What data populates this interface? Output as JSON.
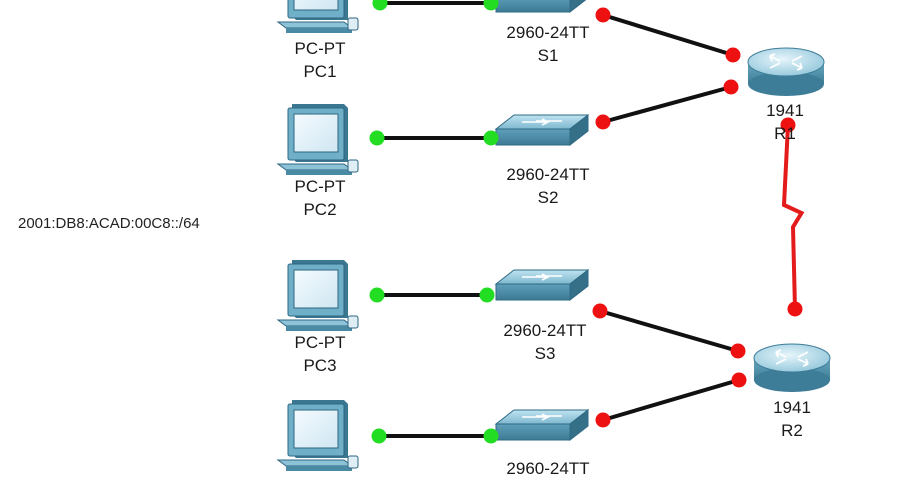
{
  "topology": {
    "colors": {
      "copper_link": "#111111",
      "serial_link": "#e41b1b",
      "port_up": "#22dd22",
      "port_down": "#ee1111",
      "device_body": "#5fa3bd"
    },
    "devices": [
      {
        "id": "PC1",
        "model": "PC-PT",
        "name": "PC1",
        "icon": "pc-icon"
      },
      {
        "id": "PC2",
        "model": "PC-PT",
        "name": "PC2",
        "icon": "pc-icon"
      },
      {
        "id": "PC3",
        "model": "PC-PT",
        "name": "PC3",
        "icon": "pc-icon"
      },
      {
        "id": "PC4",
        "model": "",
        "name": "",
        "icon": "pc-icon"
      },
      {
        "id": "S1",
        "model": "2960-24TT",
        "name": "S1",
        "icon": "switch-icon"
      },
      {
        "id": "S2",
        "model": "2960-24TT",
        "name": "S2",
        "icon": "switch-icon"
      },
      {
        "id": "S3",
        "model": "2960-24TT",
        "name": "S3",
        "icon": "switch-icon"
      },
      {
        "id": "S4",
        "model": "2960-24TT",
        "name": "",
        "icon": "switch-icon"
      },
      {
        "id": "R1",
        "model": "1941",
        "name": "R1",
        "icon": "router-icon"
      },
      {
        "id": "R2",
        "model": "1941",
        "name": "R2",
        "icon": "router-icon"
      }
    ],
    "links": [
      {
        "from": "PC1",
        "to": "S1",
        "type": "copper",
        "from_port_status": "up",
        "to_port_status": "up"
      },
      {
        "from": "PC2",
        "to": "S2",
        "type": "copper",
        "from_port_status": "up",
        "to_port_status": "up"
      },
      {
        "from": "PC3",
        "to": "S3",
        "type": "copper",
        "from_port_status": "up",
        "to_port_status": "up"
      },
      {
        "from": "PC4",
        "to": "S4",
        "type": "copper",
        "from_port_status": "up",
        "to_port_status": "up"
      },
      {
        "from": "S1",
        "to": "R1",
        "type": "copper",
        "from_port_status": "down",
        "to_port_status": "down"
      },
      {
        "from": "S2",
        "to": "R1",
        "type": "copper",
        "from_port_status": "down",
        "to_port_status": "down"
      },
      {
        "from": "S3",
        "to": "R2",
        "type": "copper",
        "from_port_status": "down",
        "to_port_status": "down"
      },
      {
        "from": "S4",
        "to": "R2",
        "type": "copper",
        "from_port_status": "down",
        "to_port_status": "down"
      },
      {
        "from": "R1",
        "to": "R2",
        "type": "serial",
        "from_port_status": "down",
        "to_port_status": "down"
      }
    ],
    "network_note": "2001:DB8:ACAD:00C8::/64"
  }
}
